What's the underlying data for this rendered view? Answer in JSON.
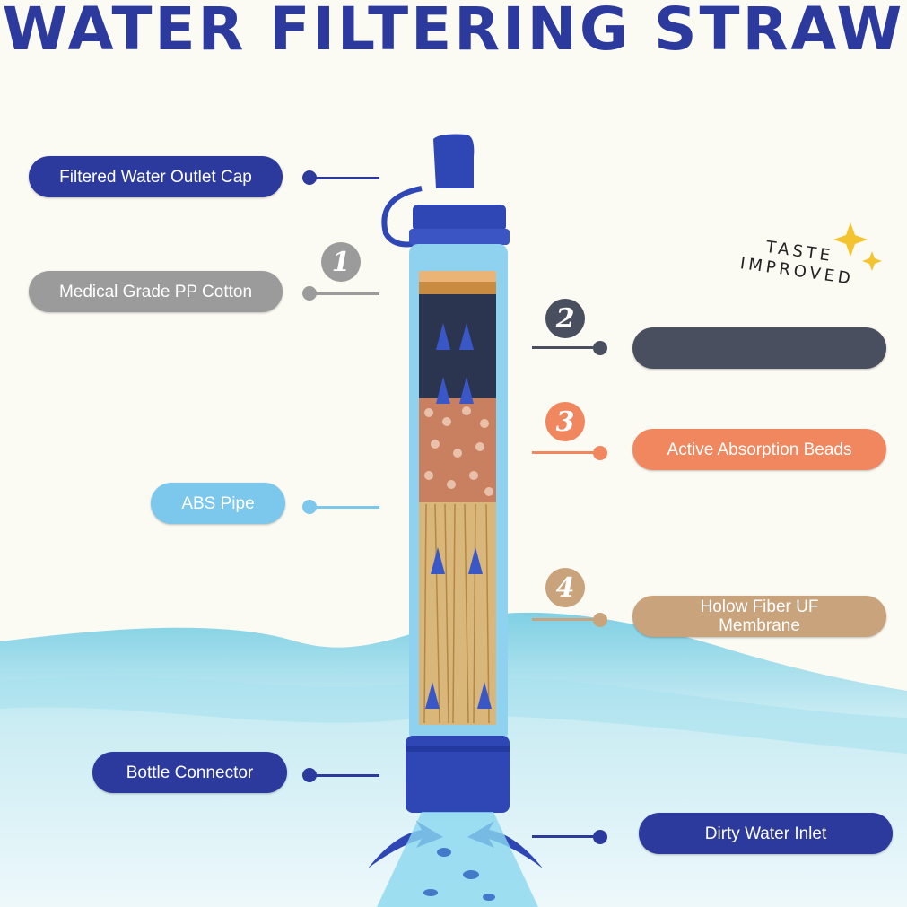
{
  "title": "WATER FILTERING STRAW",
  "badge": {
    "line1": "TASTE",
    "line2": "IMPROVED"
  },
  "labels": {
    "outlet_cap": "Filtered Water Outlet Cap",
    "pp_cotton": "Medical Grade PP Cotton",
    "abs_pipe": "ABS Pipe",
    "bottle_connector": "Bottle Connector",
    "layer2": "",
    "beads": "Active Absorption Beads",
    "membrane": "Holow Fiber UF Membrane",
    "inlet": "Dirty Water Inlet"
  },
  "numbers": [
    "1",
    "2",
    "3",
    "4"
  ],
  "colors": {
    "brand": "#2b3a9c",
    "gray": "#9b9b9b",
    "slate": "#4a4f60",
    "orange": "#f0875f",
    "tan": "#c8a37c",
    "light_blue": "#7cc7ec"
  }
}
